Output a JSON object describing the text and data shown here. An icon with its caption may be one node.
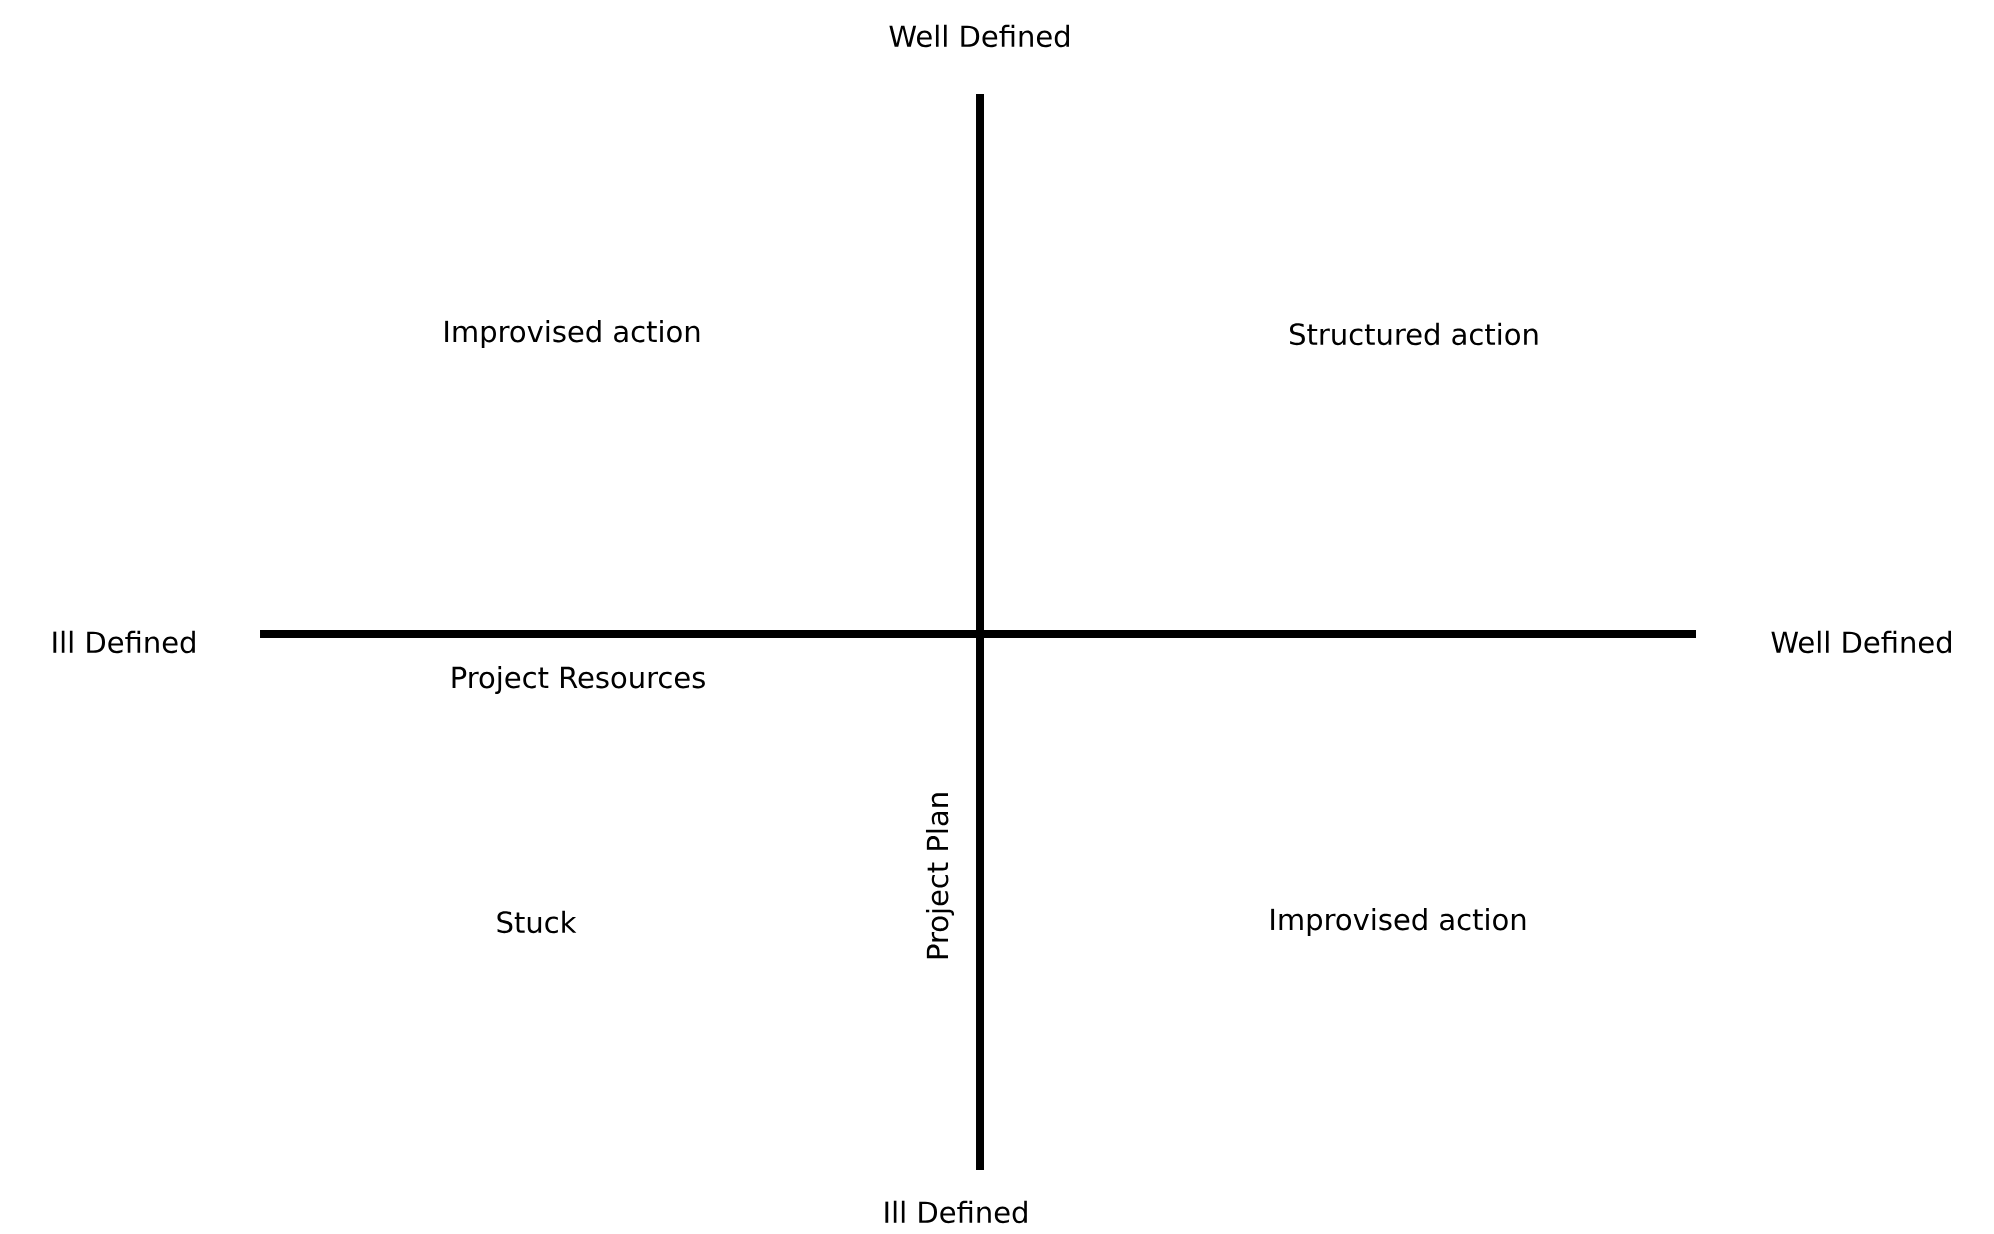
{
  "diagram": {
    "labels": [
      "Well Defined",
      "Improvised action",
      "Structured action",
      "Ill Defined",
      "Well Defined",
      "Project Resources",
      "Project Plan",
      "Stuck",
      "Improvised action",
      "Ill Defined"
    ]
  }
}
